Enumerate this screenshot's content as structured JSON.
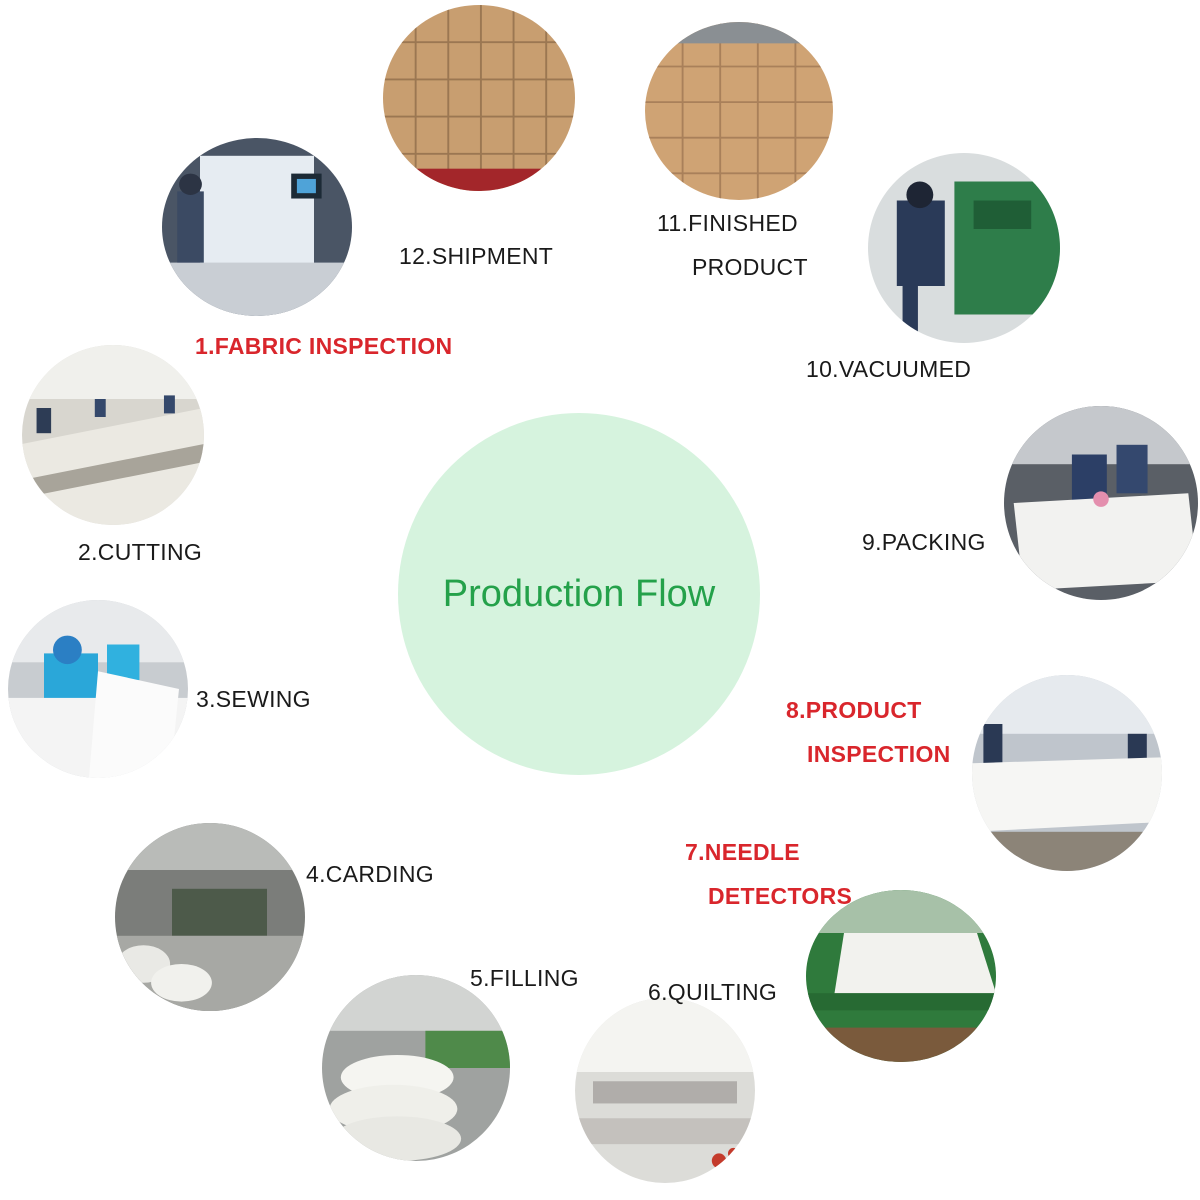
{
  "center": {
    "title": "Production Flow"
  },
  "steps": [
    {
      "label": "1.FABRIC INSPECTION",
      "photo": "fabric-inspection-photo"
    },
    {
      "label": "2.CUTTING",
      "photo": "cutting-photo"
    },
    {
      "label": "3.SEWING",
      "photo": "sewing-photo"
    },
    {
      "label": "4.CARDING",
      "photo": "carding-photo"
    },
    {
      "label": "5.FILLING",
      "photo": "filling-photo"
    },
    {
      "label": "6.QUILTING",
      "photo": "quilting-photo"
    },
    {
      "label_line1": "7.NEEDLE",
      "label_line2": "DETECTORS",
      "photo": "needle-detector-photo"
    },
    {
      "label_line1": "8.PRODUCT",
      "label_line2": "INSPECTION",
      "photo": "product-inspection-photo"
    },
    {
      "label": "9.PACKING",
      "photo": "packing-photo"
    },
    {
      "label": "10.VACUUMED",
      "photo": "vacuum-machine-photo"
    },
    {
      "label_line1": "11.FINISHED",
      "label_line2": "PRODUCT",
      "photo": "finished-product-photo"
    },
    {
      "label": "12.SHIPMENT",
      "photo": "shipment-photo"
    }
  ],
  "colors": {
    "highlight_label": "#d9262c",
    "normal_label": "#1a1a1a",
    "center_fill": "#d6f3de",
    "center_text": "#24a14a"
  }
}
